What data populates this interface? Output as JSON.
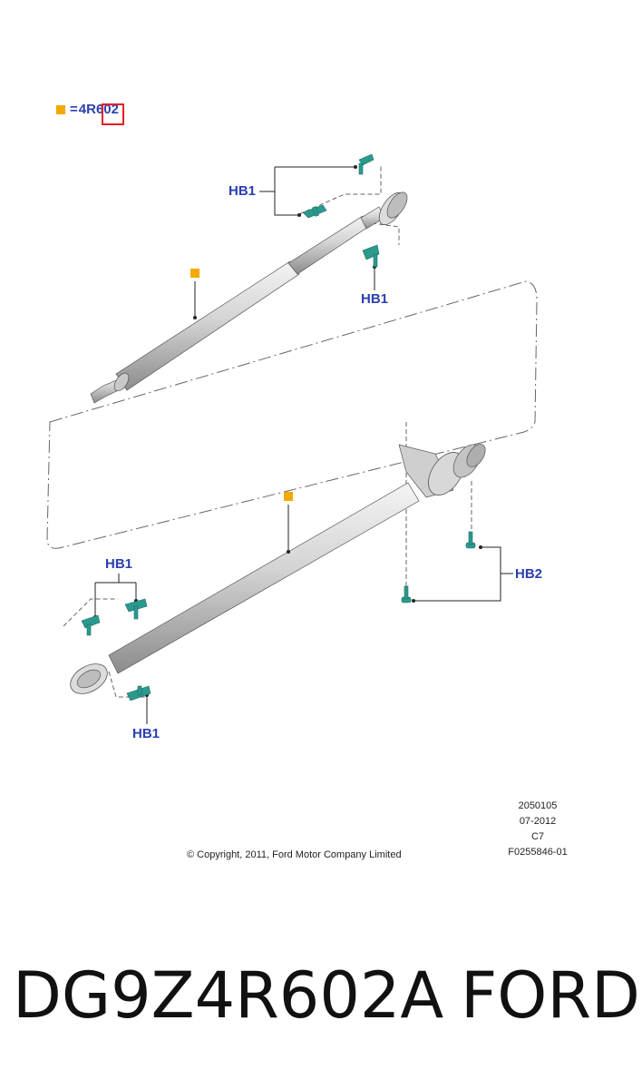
{
  "legend": {
    "equals": "=",
    "part_ref": "4R602"
  },
  "labels": {
    "hb1_top_left": "HB1",
    "hb1_top_right": "HB1",
    "hb1_lower_left": "HB1",
    "hb1_bottom": "HB1",
    "hb2": "HB2"
  },
  "copyright": "© Copyright, 2011, Ford Motor Company Limited",
  "meta": {
    "line1": "2050105",
    "line2": "07-2012",
    "line3": "C7",
    "line4": "F0255846-01"
  },
  "footer": {
    "part_number": "DG9Z4R602A",
    "brand": "FORD"
  },
  "colors": {
    "marker": "#f2a900",
    "label": "#2a3fb0",
    "fastener": "#2a9a8e",
    "highlight_box": "#e0202a"
  },
  "icons": [
    "orange-square-marker",
    "bolt-icon",
    "bracket-icon",
    "driveshaft"
  ]
}
